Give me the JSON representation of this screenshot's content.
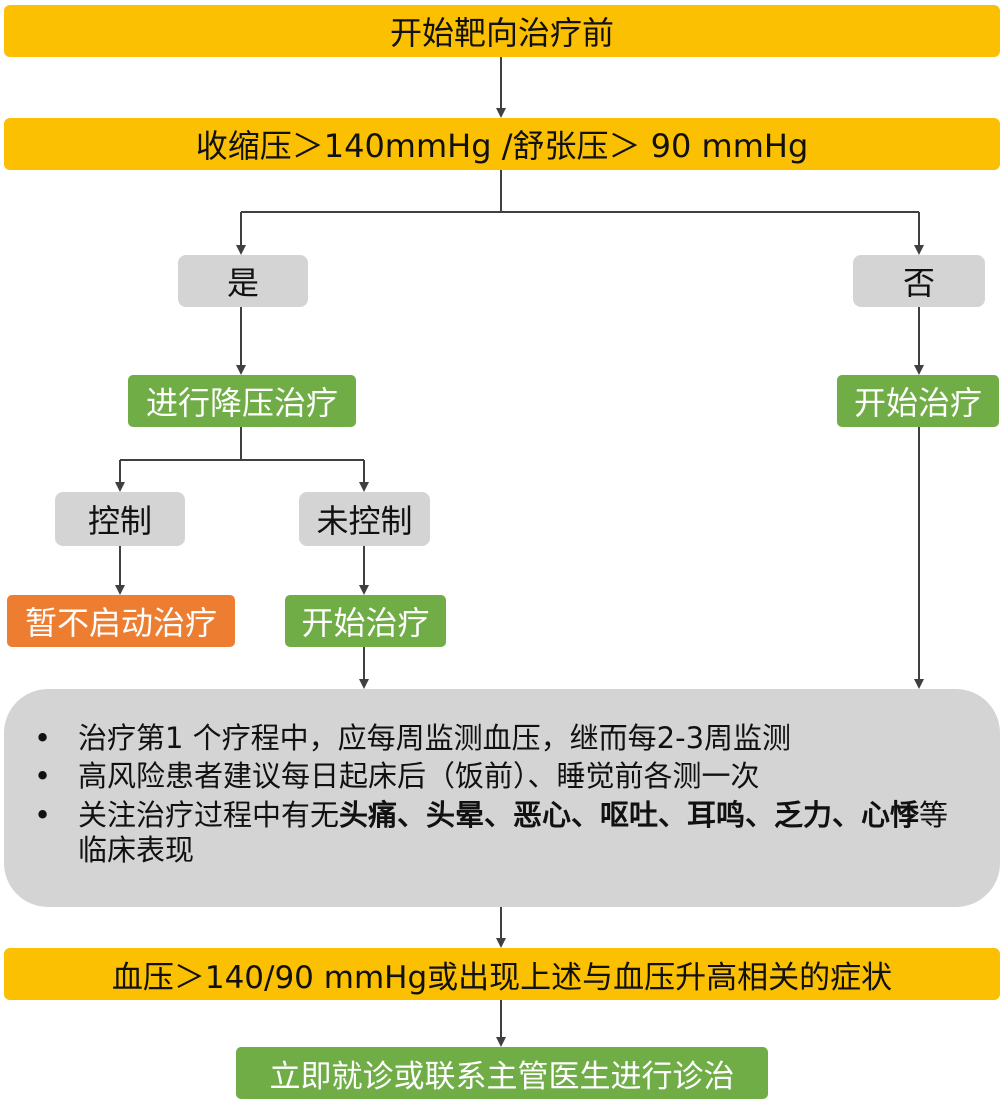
{
  "flow": {
    "start": "开始靶向治疗前",
    "bp_condition": "收缩压＞140mmHg  /舒张压＞  90 mmHg",
    "yes": "是",
    "no": "否",
    "antihypertensive": "进行降压治疗",
    "start_treatment_right": "开始治疗",
    "controlled": "控制",
    "uncontrolled": "未控制",
    "pause_treatment": "暂不启动治疗",
    "start_treatment_mid": "开始治疗",
    "monitoring": {
      "bullet_char": "•",
      "item1": "治疗第1 个疗程中，应每周监测血压，继而每2-3周监测",
      "item2": "高风险患者建议每日起床后（饭前）、睡觉前各测一次",
      "item3_prefix": "关注治疗过程中有无",
      "item3_symptoms": "头痛、头晕、恶心、呕吐、耳鸣、乏力、心悸",
      "item3_suffix": "等临床表现"
    },
    "bp_high": "血压＞140/90  mmHg或出现上述与血压升高相关的症状",
    "final_action": "立即就诊或联系主管医生进行诊治"
  },
  "colors": {
    "yellow": "#FBC002",
    "gray": "#D4D4D4",
    "green": "#70AD47",
    "orange": "#ED7D31",
    "line": "#404040"
  }
}
